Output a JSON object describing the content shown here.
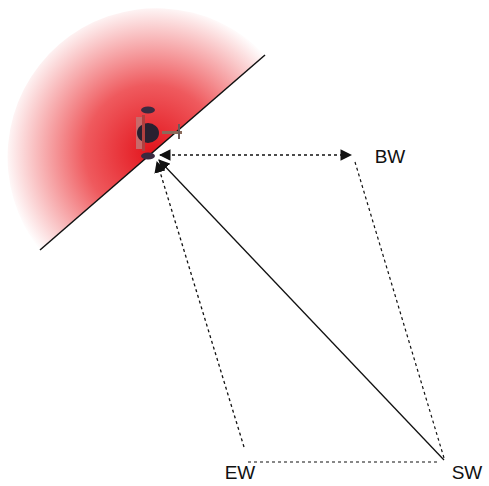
{
  "diagram": {
    "labels": [
      "BW",
      "EW",
      "SW"
    ]
  }
}
